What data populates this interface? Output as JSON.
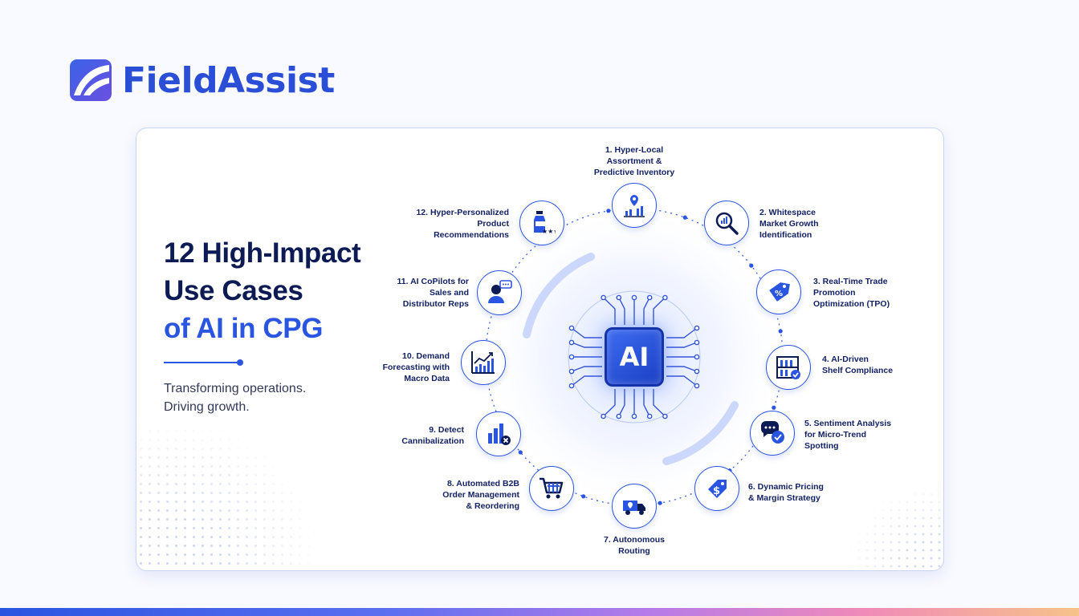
{
  "brand": {
    "logo_text": "FieldAssist",
    "logo_mark": "fieldassist-wing-logo",
    "color": "#2a4fd6",
    "spark_color": "#c653e8"
  },
  "headline": {
    "line1": "12 High-Impact",
    "line2": "Use Cases",
    "line3": "of AI in CPG",
    "subtitle_line1": "Transforming operations.",
    "subtitle_line2": "Driving growth."
  },
  "center": {
    "chip_label": "AI",
    "chip_icon": "ai-processor-chip-icon"
  },
  "colors": {
    "accent": "#2a55e0",
    "text_dark": "#0d1b54",
    "gradient_bar": [
      "#2a55e0",
      "#b57be8",
      "#f08ab8",
      "#f6c38a"
    ]
  },
  "use_cases": [
    {
      "number": 1,
      "label": "1. Hyper-Local\nAssortment &\nPredictive Inventory",
      "icon": "location-bar-chart-icon"
    },
    {
      "number": 2,
      "label": "2. Whitespace\nMarket Growth\nIdentification",
      "icon": "magnifier-chart-icon"
    },
    {
      "number": 3,
      "label": "3. Real-Time Trade\nPromotion\nOptimization (TPO)",
      "icon": "percent-tag-icon"
    },
    {
      "number": 4,
      "label": "4. AI-Driven\nShelf Compliance",
      "icon": "shelf-check-icon"
    },
    {
      "number": 5,
      "label": "5. Sentiment Analysis\nfor Micro-Trend\nSpotting",
      "icon": "chat-bubbles-icon"
    },
    {
      "number": 6,
      "label": "6. Dynamic Pricing\n& Margin Strategy",
      "icon": "dollar-tag-icon"
    },
    {
      "number": 7,
      "label": "7. Autonomous\nRouting",
      "icon": "delivery-truck-icon"
    },
    {
      "number": 8,
      "label": "8. Automated B2B\nOrder Management\n& Reordering",
      "icon": "shopping-cart-icon"
    },
    {
      "number": 9,
      "label": "9. Detect\nCannibalization",
      "icon": "bar-chart-x-icon"
    },
    {
      "number": 10,
      "label": "10. Demand\nForecasting with\nMacro Data",
      "icon": "trend-chart-icon"
    },
    {
      "number": 11,
      "label": "11. AI CoPilots for\nSales and\nDistributor Reps",
      "icon": "person-chat-icon"
    },
    {
      "number": 12,
      "label": "12. Hyper-Personalized\nProduct\nRecommendations",
      "icon": "bottle-stars-icon"
    }
  ]
}
